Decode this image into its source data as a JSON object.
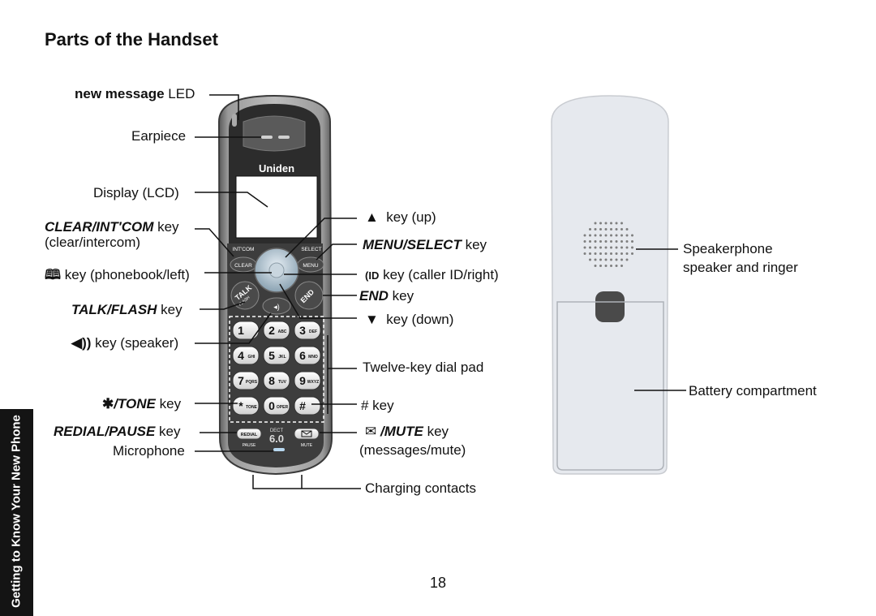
{
  "page": {
    "title": "Parts of the Handset",
    "page_number": "18",
    "side_tab": "Getting to Know Your New Phone"
  },
  "handset": {
    "brand": "Uniden",
    "key_labels": {
      "intercom": "INT'COM",
      "clear": "CLEAR",
      "select": "SELECT",
      "menu": "MENU",
      "talk": "TALK",
      "flash": "FLASH",
      "end": "END",
      "redial": "REDIAL",
      "pause": "PAUSE",
      "mute": "MUTE",
      "dect": "DECT",
      "dect_version": "6.0"
    },
    "dial_keys": [
      {
        "digit": "1",
        "letters": ""
      },
      {
        "digit": "2",
        "letters": "ABC"
      },
      {
        "digit": "3",
        "letters": "DEF"
      },
      {
        "digit": "4",
        "letters": "GHI"
      },
      {
        "digit": "5",
        "letters": "JKL"
      },
      {
        "digit": "6",
        "letters": "MNO"
      },
      {
        "digit": "7",
        "letters": "PQRS"
      },
      {
        "digit": "8",
        "letters": "TUV"
      },
      {
        "digit": "9",
        "letters": "WXYZ"
      },
      {
        "digit": "*",
        "letters": "TONE"
      },
      {
        "digit": "0",
        "letters": "OPER"
      },
      {
        "digit": "#",
        "letters": ""
      }
    ]
  },
  "callouts_left": {
    "new_message_bold": "new message",
    "new_message_rest": " LED",
    "earpiece": "Earpiece",
    "display": "Display (LCD)",
    "clear_key_bold": "CLEAR/INT'COM",
    "clear_key_rest": " key",
    "clear_key_sub": "(clear/intercom)",
    "phonebook": " key (phonebook/left)",
    "talk_bold": "TALK/FLASH",
    "talk_rest": " key",
    "speaker": " key (speaker)",
    "tone_bold": "/TONE",
    "tone_rest": " key",
    "redial_bold": "REDIAL/PAUSE",
    "redial_rest": " key",
    "microphone": "Microphone"
  },
  "callouts_right": {
    "up": "key (up)",
    "menu_bold": "MENU/SELECT",
    "menu_rest": " key",
    "callerid": " key (caller ID/right)",
    "end_bold": "END",
    "end_rest": " key",
    "down": "key (down)",
    "dialpad": "Twelve-key dial pad",
    "hash": "# key",
    "mute_bold": "/MUTE",
    "mute_rest": " key",
    "mute_sub": "(messages/mute)",
    "charging": "Charging contacts"
  },
  "back_callouts": {
    "speaker_line1": "Speakerphone",
    "speaker_line2": "speaker and ringer",
    "battery": "Battery compartment"
  }
}
